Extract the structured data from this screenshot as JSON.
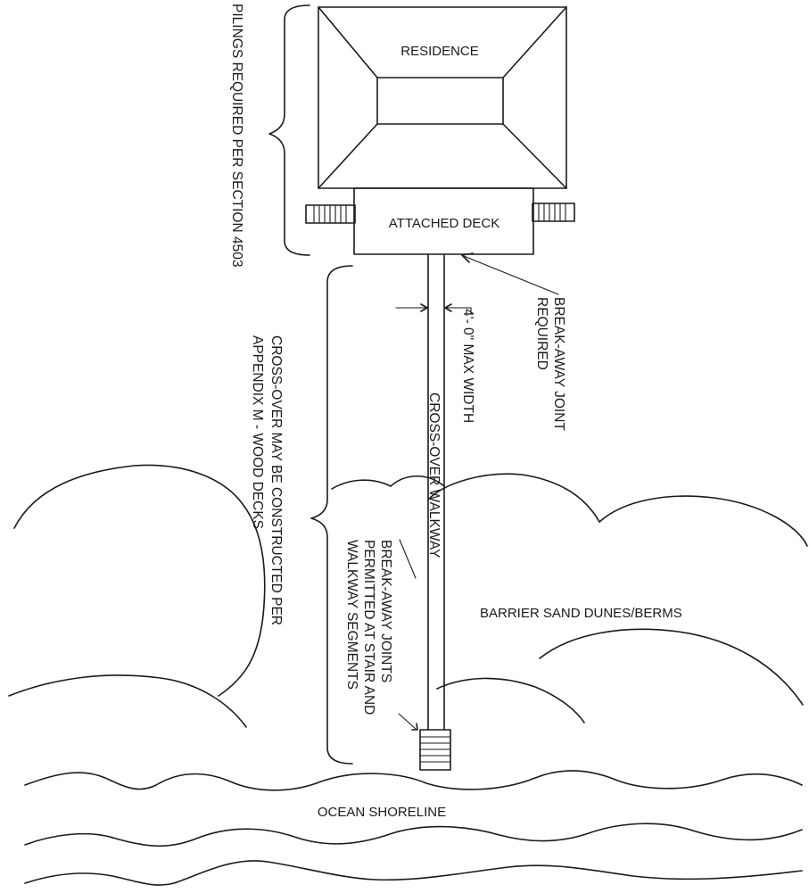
{
  "labels": {
    "residence": "RESIDENCE",
    "attached_deck": "ATTACHED DECK",
    "pilings_note": "PILINGS REQUIRED PER SECTION 4503",
    "crossover_note_line1": "CROSS-OVER MAY BE CONSTRUCTED PER",
    "crossover_note_line2": "APPENDIX M - WOOD DECKS",
    "breakaway_joint_line1": "BREAK-AWAY JOINT",
    "breakaway_joint_line2": "REQUIRED",
    "max_width": "4'- 0\" MAX WIDTH",
    "crossover_walkway": "CROSS-OVER WALKWAY",
    "breakaway_joints_line1": "BREAK-AWAY JOINTS",
    "breakaway_joints_line2": "PERMITTED AT STAIR AND",
    "breakaway_joints_line3": "WALKWAY SEGMENTS",
    "dunes": "BARRIER SAND DUNES/BERMS",
    "shoreline": "OCEAN SHORELINE"
  }
}
